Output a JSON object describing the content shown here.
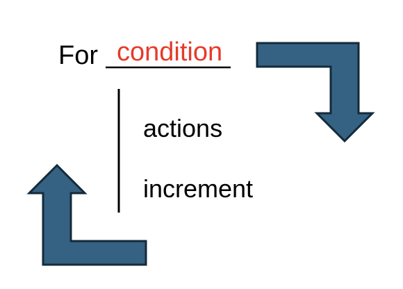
{
  "diagram": {
    "keyword": "For",
    "condition": "condition",
    "body": [
      "actions",
      "increment"
    ]
  },
  "colors": {
    "arrow_fill": "#356283",
    "arrow_stroke": "#142a3a",
    "condition_text": "#e63a2a",
    "text": "#000000",
    "lines": "#000000"
  },
  "icons": {
    "top_right_arrow": "elbow-arrow-right-down-icon",
    "bottom_left_arrow": "elbow-arrow-left-up-icon"
  }
}
